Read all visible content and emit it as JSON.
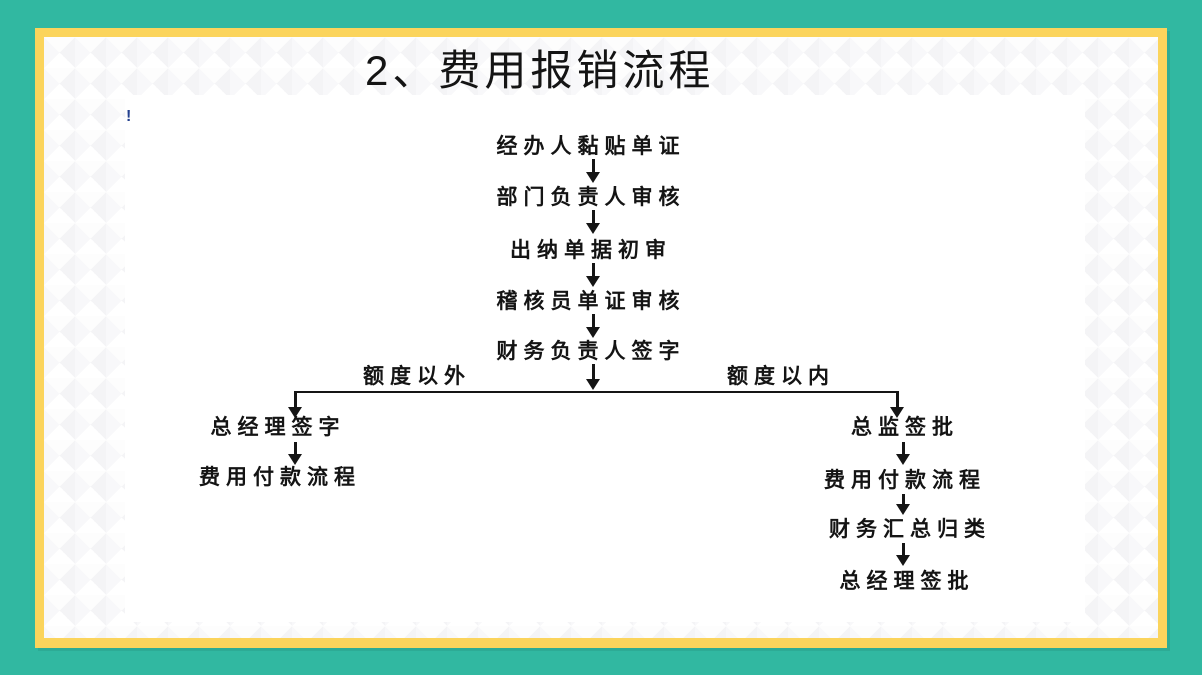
{
  "slide": {
    "title": "2、费用报销流程",
    "artifact_mark": "!",
    "colors": {
      "teal_background": "#31B8A1",
      "yellow_border": "#FBD45C",
      "paper": "#FFFFFF",
      "ink": "#141414",
      "artifact_blue": "#24418F"
    }
  },
  "flowchart": {
    "main_steps": [
      "经办人黏贴单证",
      "部门负责人审核",
      "出纳单据初审",
      "稽核员单证审核",
      "财务负责人签字"
    ],
    "branch_labels": {
      "left": "额度以外",
      "right": "额度以内"
    },
    "left_branch": [
      "总经理签字",
      "费用付款流程"
    ],
    "right_branch": [
      "总监签批",
      "费用付款流程",
      "财务汇总归类",
      "总经理签批"
    ]
  }
}
